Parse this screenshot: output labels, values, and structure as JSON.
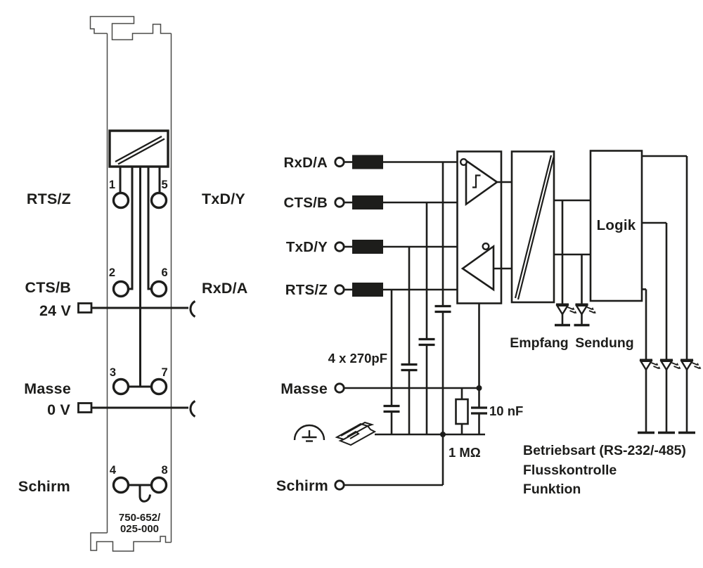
{
  "diagram": {
    "module": {
      "part_number": [
        "750-652/",
        "025-000"
      ],
      "pin_numbers": [
        "1",
        "5",
        "2",
        "6",
        "3",
        "7",
        "4",
        "8"
      ],
      "left_labels": {
        "rts_z": "RTS/Z",
        "cts_b": "CTS/B",
        "v24": "24 V",
        "masse": "Masse",
        "v0": "0 V",
        "schirm": "Schirm"
      },
      "right_labels": {
        "txd_y": "TxD/Y",
        "rxd_a": "RxD/A"
      }
    },
    "circuit": {
      "terminals": {
        "rxd_a": "RxD/A",
        "cts_b": "CTS/B",
        "txd_y": "TxD/Y",
        "rts_z": "RTS/Z",
        "masse": "Masse",
        "schirm": "Schirm"
      },
      "components": {
        "caps": "4 x 270pF",
        "cap10": "10 nF",
        "resistor": "1 MΩ",
        "logic": "Logik"
      },
      "leds": {
        "empfang": "Empfang",
        "sendung": "Sendung"
      },
      "notes": [
        "Betriebsart (RS-232/-485)",
        "Flusskontrolle",
        "Funktion"
      ]
    },
    "colors": {
      "line": "#1d1d1b",
      "outline": "#4a4a48",
      "bg": "#ffffff"
    }
  }
}
